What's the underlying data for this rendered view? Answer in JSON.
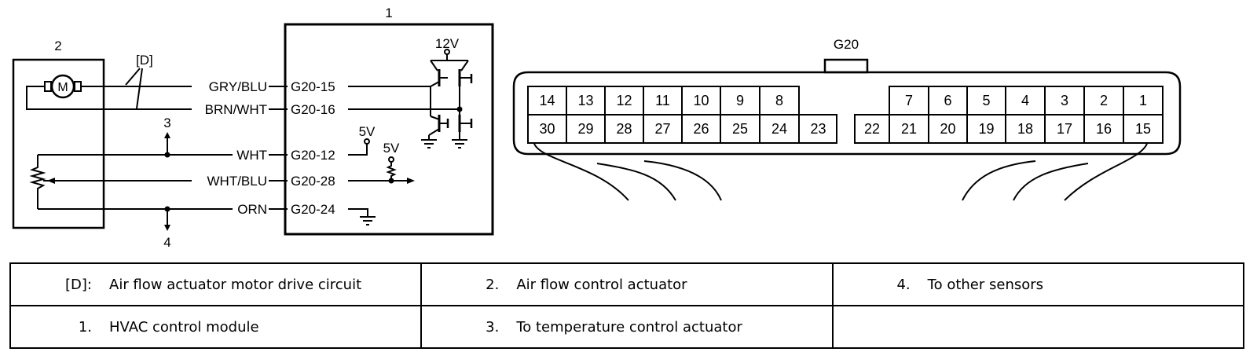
{
  "schematic": {
    "module_number": "1",
    "actuator_number": "2",
    "motor_symbol": "M",
    "circuit_tag": "[D]",
    "supply_12v": "12V",
    "supply_5v_a": "5V",
    "supply_5v_b": "5V",
    "branch_up": "3",
    "branch_down": "4",
    "wires": [
      {
        "color": "GRY/BLU",
        "pin": "G20-15"
      },
      {
        "color": "BRN/WHT",
        "pin": "G20-16"
      },
      {
        "color": "WHT",
        "pin": "G20-12"
      },
      {
        "color": "WHT/BLU",
        "pin": "G20-28"
      },
      {
        "color": "ORN",
        "pin": "G20-24"
      }
    ]
  },
  "connector": {
    "name": "G20",
    "top_left": [
      "14",
      "13",
      "12",
      "11",
      "10",
      "9",
      "8"
    ],
    "top_right": [
      "7",
      "6",
      "5",
      "4",
      "3",
      "2",
      "1"
    ],
    "bottom_left": [
      "30",
      "29",
      "28",
      "27",
      "26",
      "25",
      "24",
      "23"
    ],
    "bottom_right": [
      "22",
      "21",
      "20",
      "19",
      "18",
      "17",
      "16",
      "15"
    ]
  },
  "legend": [
    [
      {
        "key": "[D]:",
        "text": "Air flow actuator motor drive circuit"
      },
      {
        "key": "2.",
        "text": "Air flow control actuator"
      },
      {
        "key": "4.",
        "text": "To other sensors"
      }
    ],
    [
      {
        "key": "1.",
        "text": "HVAC control module"
      },
      {
        "key": "3.",
        "text": "To temperature control actuator"
      },
      {
        "key": "",
        "text": ""
      }
    ]
  ]
}
